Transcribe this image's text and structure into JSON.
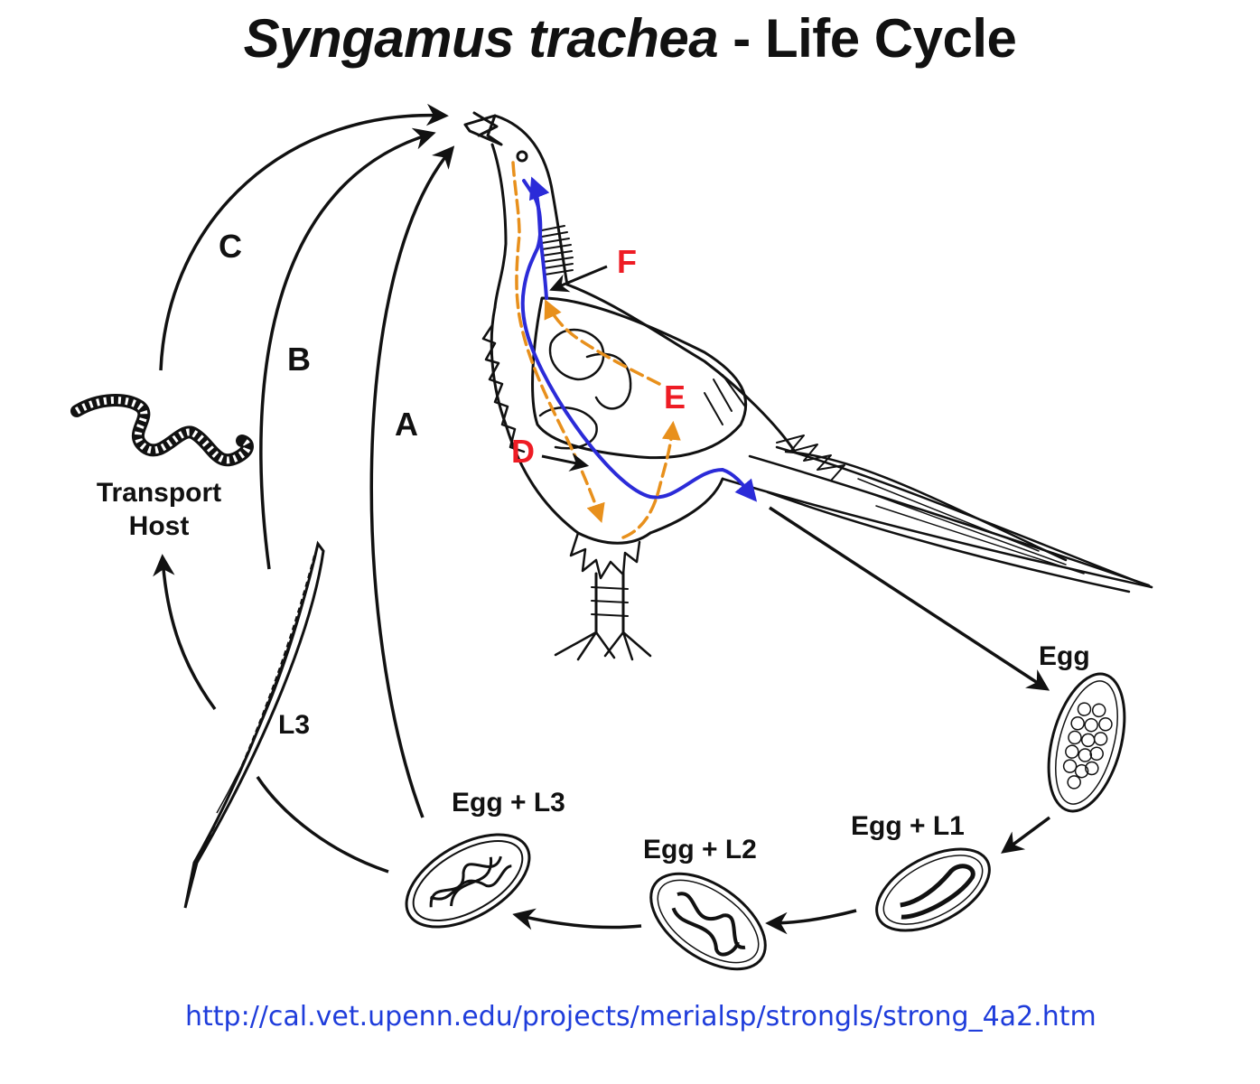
{
  "title": {
    "species": "Syngamus trachea",
    "suffix": " - Life Cycle"
  },
  "route_labels": {
    "a": "A",
    "b": "B",
    "c": "C"
  },
  "migration_labels": {
    "d": "D",
    "e": "E",
    "f": "F"
  },
  "stages": {
    "transport_host_line1": "Transport",
    "transport_host_line2": "Host",
    "l3": "L3",
    "egg": "Egg",
    "egg_l1": "Egg + L1",
    "egg_l2": "Egg + L2",
    "egg_l3": "Egg + L3"
  },
  "source_url": "http://cal.vet.upenn.edu/projects/merialsp/strongls/strong_4a2.htm",
  "colors": {
    "migration_red": "#ee1c24",
    "path_blue": "#2b2bd8",
    "path_orange": "#e8901c",
    "link_blue": "#1f3ddb",
    "ink": "#111111"
  }
}
